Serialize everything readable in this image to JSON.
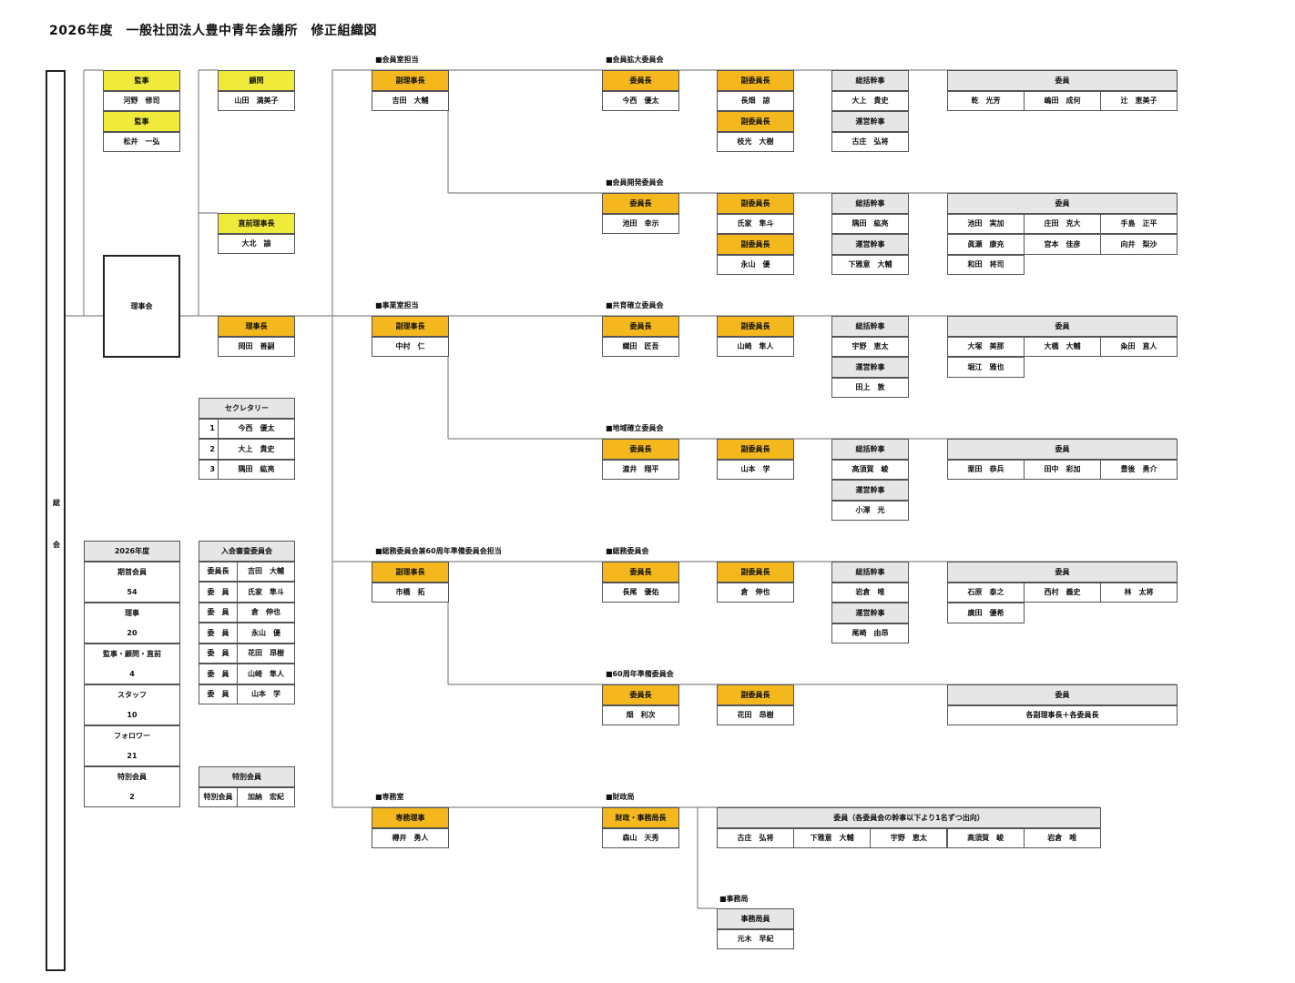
{
  "title": "2026年度　一般社団法人豊中青年会議所　修正組織図",
  "general_assembly": [
    "総",
    "会"
  ],
  "board": "理事会",
  "auditors": [
    {
      "role": "監事",
      "name": "河野　修司"
    },
    {
      "role": "監事",
      "name": "松井　一弘"
    }
  ],
  "advisor": {
    "role": "顧問",
    "name": "山田　満美子"
  },
  "past_president": {
    "role": "直前理事長",
    "name": "大北　諭"
  },
  "president": {
    "role": "理事長",
    "name": "岡田　善嗣"
  },
  "secretary": {
    "title": "セクレタリー",
    "items": [
      {
        "no": "1",
        "name": "今西　優太"
      },
      {
        "no": "2",
        "name": "大上　貴史"
      },
      {
        "no": "3",
        "name": "隅田　紘亮"
      }
    ]
  },
  "membership_stats": {
    "title": "2026年度",
    "rows": [
      {
        "label": "期首会員",
        "value": "54"
      },
      {
        "label": "理事",
        "value": "20"
      },
      {
        "label": "監事・顧問・直前",
        "value": "4"
      },
      {
        "label": "スタッフ",
        "value": "10"
      },
      {
        "label": "フォロワー",
        "value": "21"
      },
      {
        "label": "特別会員",
        "value": "2"
      }
    ]
  },
  "admission_committee": {
    "title": "入会審査委員会",
    "rows": [
      {
        "role": "委員長",
        "name": "吉田　大輔"
      },
      {
        "role": "委　員",
        "name": "氏家　隼斗"
      },
      {
        "role": "委　員",
        "name": "倉　伸也"
      },
      {
        "role": "委　員",
        "name": "永山　優"
      },
      {
        "role": "委　員",
        "name": "花田　昂樹"
      },
      {
        "role": "委　員",
        "name": "山崎　隼人"
      },
      {
        "role": "委　員",
        "name": "山本　学"
      }
    ]
  },
  "special_members": {
    "title": "特別会員",
    "role": "特別会員",
    "name": "加納　宏紀"
  },
  "vp_groups": [
    {
      "label": "■会員室担当",
      "role": "副理事長",
      "name": "吉田　大輔"
    },
    {
      "label": "■事業室担当",
      "role": "副理事長",
      "name": "中村　仁"
    },
    {
      "label": "■総務委員会兼60周年準備委員会担当",
      "role": "副理事長",
      "name": "市橋　拓"
    },
    {
      "label": "■専務室",
      "role": "専務理事",
      "name": "樽井　勇人"
    }
  ],
  "committees": [
    {
      "label": "■会員拡大委員会",
      "chair": {
        "role": "委員長",
        "name": "今西　優太"
      },
      "vice": [
        {
          "role": "副委員長",
          "name": "長畑　諒"
        },
        {
          "role": "副委員長",
          "name": "枝光　大樹"
        }
      ],
      "officers": [
        {
          "role": "総括幹事",
          "name": "大上　貴史"
        },
        {
          "role": "運営幹事",
          "name": "古庄　弘将"
        }
      ],
      "members": {
        "title": "委員",
        "names": [
          "乾　光芳",
          "嶋田　成何",
          "辻　恵美子"
        ]
      }
    },
    {
      "label": "■会員開発委員会",
      "chair": {
        "role": "委員長",
        "name": "池田　幸示"
      },
      "vice": [
        {
          "role": "副委員長",
          "name": "氏家　隼斗"
        },
        {
          "role": "副委員長",
          "name": "永山　優"
        }
      ],
      "officers": [
        {
          "role": "総括幹事",
          "name": "隅田　紘亮"
        },
        {
          "role": "運営幹事",
          "name": "下雅意　大輔"
        }
      ],
      "members": {
        "title": "委員",
        "names": [
          "池田　実加",
          "庄田　克大",
          "手島　正平",
          "眞瀬　康充",
          "宮本　佳彦",
          "向井　梨沙",
          "和田　将司"
        ]
      }
    },
    {
      "label": "■共育確立委員会",
      "chair": {
        "role": "委員長",
        "name": "織田　匠吾"
      },
      "vice": [
        {
          "role": "副委員長",
          "name": "山崎　隼人"
        }
      ],
      "officers": [
        {
          "role": "総括幹事",
          "name": "宇野　恵太"
        },
        {
          "role": "運営幹事",
          "name": "田上　敦"
        }
      ],
      "members": {
        "title": "委員",
        "names": [
          "大塚　美那",
          "大橋　大輔",
          "粂田　直人",
          "堀江　雅也"
        ]
      }
    },
    {
      "label": "■地域確立委員会",
      "chair": {
        "role": "委員長",
        "name": "渡井　翔平"
      },
      "vice": [
        {
          "role": "副委員長",
          "name": "山本　学"
        }
      ],
      "officers": [
        {
          "role": "総括幹事",
          "name": "高須賀　峻"
        },
        {
          "role": "運営幹事",
          "name": "小澤　光"
        }
      ],
      "members": {
        "title": "委員",
        "names": [
          "栗田　恭兵",
          "田中　彩加",
          "豊後　勇介"
        ]
      }
    },
    {
      "label": "■総務委員会",
      "chair": {
        "role": "委員長",
        "name": "長尾　優佑"
      },
      "vice": [
        {
          "role": "副委員長",
          "name": "倉　伸也"
        }
      ],
      "officers": [
        {
          "role": "総括幹事",
          "name": "岩倉　唯"
        },
        {
          "role": "運営幹事",
          "name": "尾崎　由昂"
        }
      ],
      "members": {
        "title": "委員",
        "names": [
          "石原　泰之",
          "西村　義史",
          "林　太将",
          "廣田　優希"
        ]
      }
    },
    {
      "label": "■60周年準備委員会",
      "chair": {
        "role": "委員長",
        "name": "畑　利次"
      },
      "vice": [
        {
          "role": "副委員長",
          "name": "花田　昂樹"
        }
      ],
      "officers": [],
      "members": {
        "title": "委員",
        "wide": "各副理事長＋各委員長",
        "names": []
      }
    }
  ],
  "finance": {
    "label": "■財政局",
    "head": {
      "role": "財政・事務局長",
      "name": "森山　天秀"
    },
    "members": {
      "title": "委員（各委員会の幹事以下より1名ずつ出向）",
      "names": [
        "古庄　弘将",
        "下雅意　大輔",
        "宇野　恵太",
        "高須賀　峻",
        "岩倉　唯"
      ]
    }
  },
  "office": {
    "label": "■事務局",
    "role": "事務局員",
    "name": "元木　早紀"
  },
  "colors": {
    "auditor_yellow": "#f0ea3a",
    "officer_orange": "#f4b81e",
    "header_gray": "#e6e6e6"
  }
}
